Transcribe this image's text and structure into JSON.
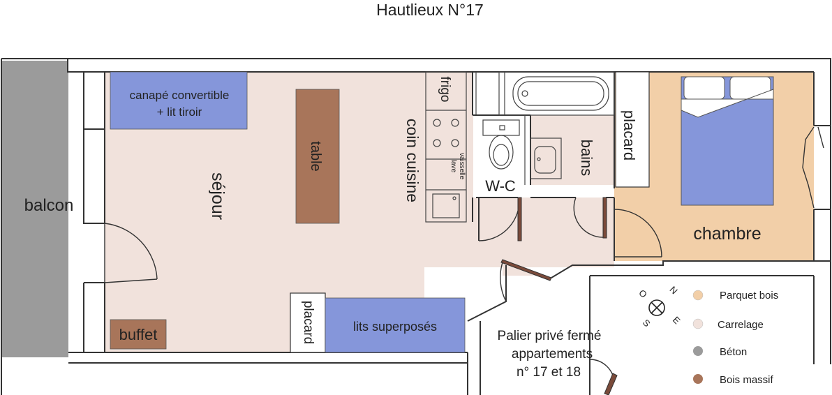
{
  "title": "Hautlieux N°17",
  "colors": {
    "carrelage": "#f1e2dc",
    "parquet": "#f2cfa8",
    "beton": "#9b9b9b",
    "bois_massif": "#a8755a",
    "furniture_blue": "#8596da",
    "wall": "#333333",
    "background": "#ffffff"
  },
  "rooms": {
    "balcon": "balcon",
    "sejour": "séjour",
    "coin_cuisine": "coin cuisine",
    "frigo": "frigo",
    "lave_vaisselle_line1": "lave",
    "lave_vaisselle_line2": "vaisselle",
    "wc": "W-C",
    "bains": "bains",
    "placard_right": "placard",
    "chambre": "chambre",
    "placard_bottom": "placard"
  },
  "furniture": {
    "canape_line1": "canapé convertible",
    "canape_line2": "+ lit tiroir",
    "table": "table",
    "buffet": "buffet",
    "lits": "lits superposés"
  },
  "landing": {
    "line1": "Palier privé fermé",
    "line2": "appartements",
    "line3": "n° 17 et 18"
  },
  "compass": {
    "n": "N",
    "e": "E",
    "s": "S",
    "o": "O"
  },
  "legend": [
    {
      "label": "Parquet bois",
      "color": "#f2cfa8"
    },
    {
      "label": "Carrelage",
      "color": "#f1e2dc"
    },
    {
      "label": "Béton",
      "color": "#9b9b9b"
    },
    {
      "label": "Bois massif",
      "color": "#a8755a"
    }
  ]
}
